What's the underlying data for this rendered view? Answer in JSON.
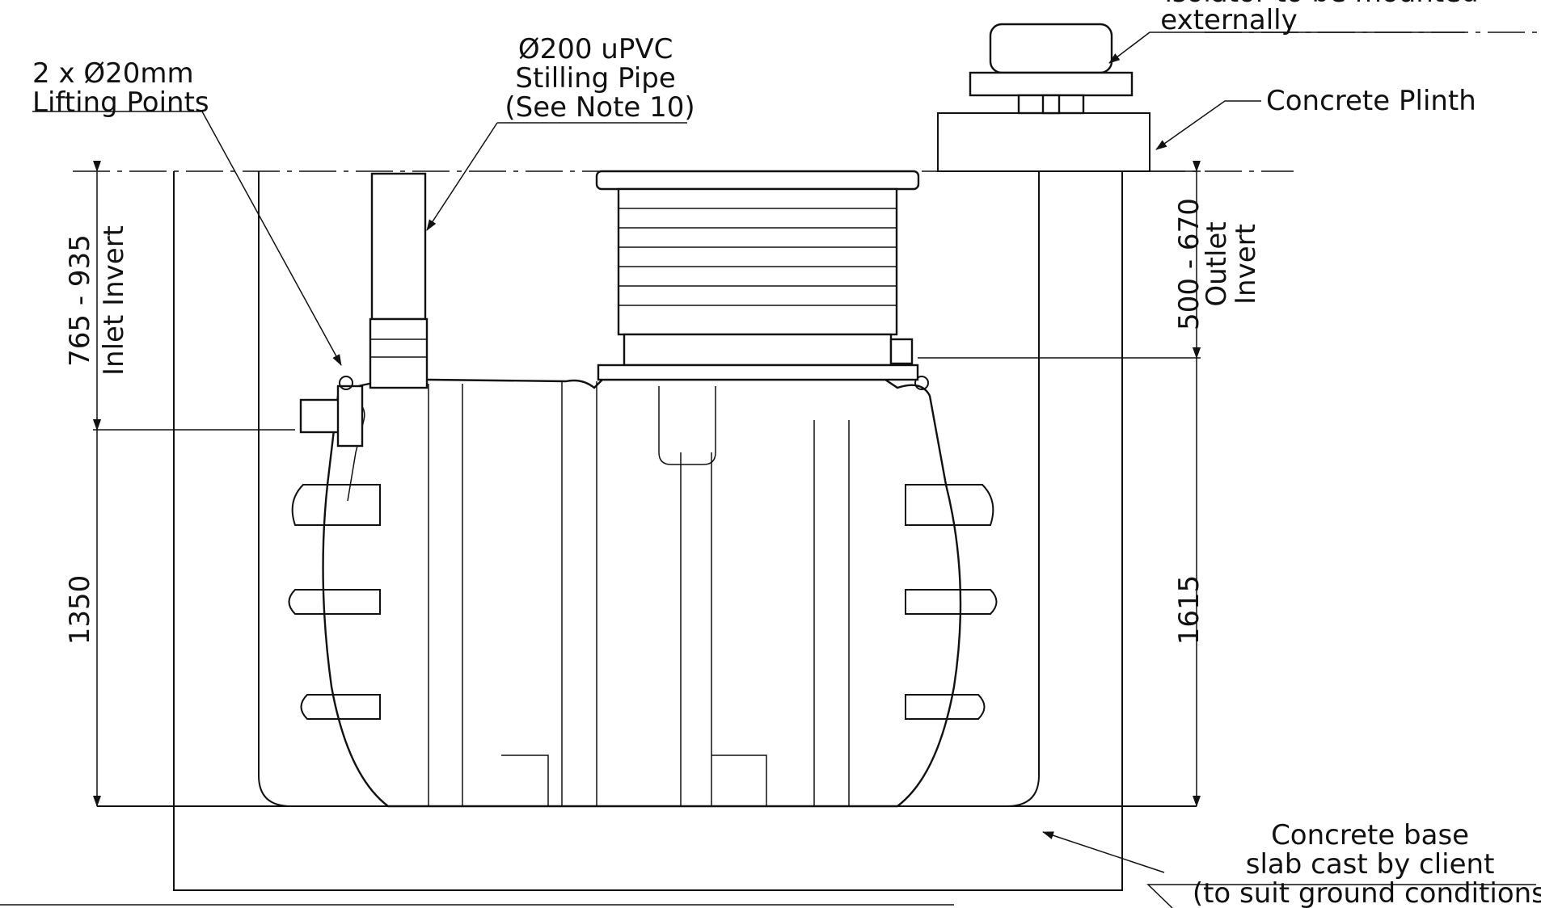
{
  "labels": {
    "lifting_points": [
      "2 x Ø20mm",
      "Lifting Points"
    ],
    "stilling_pipe": [
      "Ø200 uPVC",
      "Stilling Pipe",
      "(See Note 10)"
    ],
    "isolator": [
      "isolator to be mounted",
      "externally"
    ],
    "concrete_plinth": "Concrete Plinth",
    "concrete_base": [
      "Concrete base",
      "slab cast by client",
      "(to suit ground conditions)"
    ]
  },
  "dimensions": {
    "inlet_invert_value": "765 - 935",
    "inlet_invert_label": "Inlet Invert",
    "left_depth": "1350",
    "outlet_invert_value": "500 - 670",
    "outlet_invert_label_1": "Outlet",
    "outlet_invert_label_2": "Invert",
    "right_depth": "1615"
  }
}
